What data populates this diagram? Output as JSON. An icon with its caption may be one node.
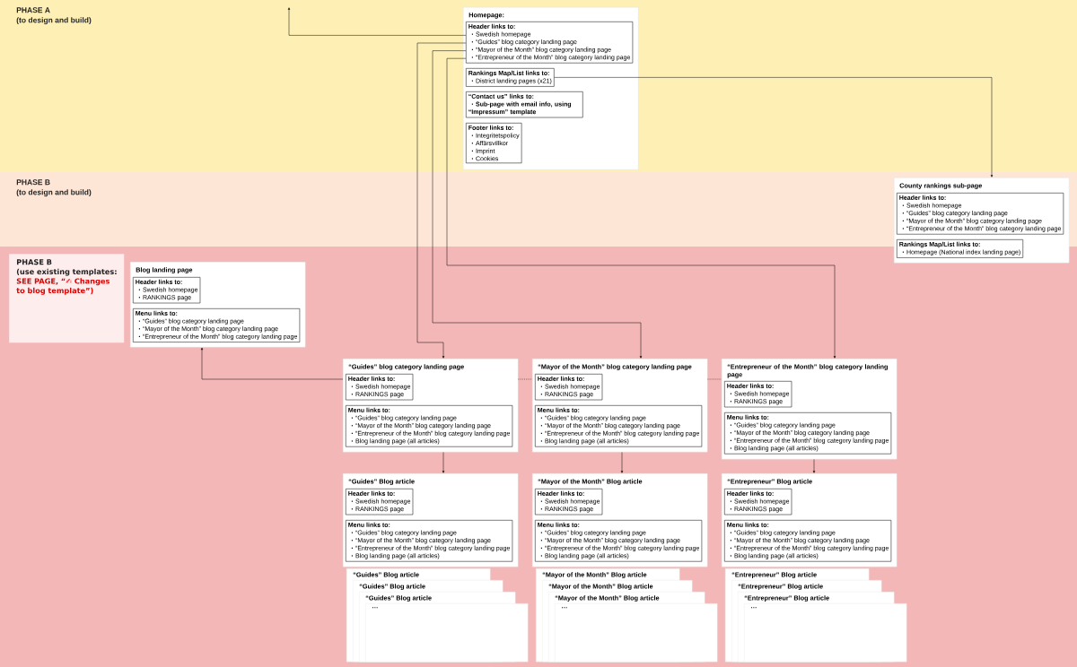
{
  "diagram": {
    "nodes": [
      {
        "text": [
          "PHASE B",
          "(use existing templates:",
          "SEE PAGE, “✍ Changes to blog template”)"
        ]
      },
      {
        "text": [
          "Homepage:"
        ]
      },
      {
        "text": [
          "Header links to:",
          "Swedish homepage",
          "“Guides” blog category landing page",
          "“Mayor of the Month” blog category landing page",
          "“Entrepreneur of the Month” blog category landing page"
        ],
        "in": 1
      },
      {
        "text": [
          "Rankings Map/List links to:",
          "District landing pages (x21)"
        ],
        "in": 1
      },
      {
        "text": [
          "“Contact us” links to:",
          "Sub-page with email info, using “Impressum” template"
        ],
        "in": 1
      },
      {
        "text": [
          "Footer links to:",
          "Integritetspolicy",
          "Affärsvillkor",
          "Imprint",
          "Cookies"
        ],
        "in": 1
      },
      {
        "text": [
          "County rankings sub-page"
        ]
      },
      {
        "text": [
          "Header links to:",
          "Swedish homepage",
          "“Guides” blog category landing page",
          "“Mayor of the Month” blog category landing page",
          "“Entrepreneur of the Month” blog category landing page"
        ],
        "in": 6
      },
      {
        "text": [
          "Rankings Map/List links to:",
          "Homepage (National index landing page)"
        ],
        "in": 6
      },
      {
        "text": [
          "Blog landing page"
        ]
      },
      {
        "text": [
          "Header links to:",
          "Swedish homepage",
          "RANKINGS page"
        ],
        "in": 9
      },
      {
        "text": [
          "Menu links to:",
          "“Guides” blog category landing page",
          "“Mayor of the Month” blog category landing page",
          "“Entrepreneur of the Month” blog category landing page"
        ],
        "in": 9
      },
      {
        "text": [
          "“Guides” blog category landing page"
        ]
      },
      {
        "text": [
          "Header links to:",
          "Swedish homepage",
          "RANKINGS page"
        ],
        "in": 12
      },
      {
        "text": [
          "Menu links to:",
          "“Guides” blog category landing page",
          "“Mayor of the Month” blog category landing page",
          "“Entrepreneur of the Month” blog category landing page",
          "Blog landing page (all articles)"
        ],
        "in": 12
      },
      {
        "text": [
          "“Mayor of the Month” blog category landing page"
        ]
      },
      {
        "text": [
          "Header links to:",
          "Swedish homepage",
          "RANKINGS page"
        ],
        "in": 15
      },
      {
        "text": [
          "Menu links to:",
          "“Guides” blog category landing page",
          "“Mayor of the Month” blog category landing page",
          "“Entrepreneur of the Month” blog category landing page",
          "Blog landing page (all articles)"
        ],
        "in": 15
      },
      {
        "text": [
          "“Entrepreneur of the Month” blog category landing page"
        ]
      },
      {
        "text": [
          "Header links to:",
          "Swedish homepage",
          "RANKINGS page"
        ],
        "in": 18
      },
      {
        "text": [
          "Menu links to:",
          "“Guides” blog category landing page",
          "“Mayor of the Month” blog category landing page",
          "“Entrepreneur of the Month” blog category landing page",
          "Blog landing page (all articles)"
        ],
        "in": 18
      },
      {
        "text": [
          "“Guides” Blog article"
        ]
      },
      {
        "text": [
          "Header links to:",
          "Swedish homepage",
          "RANKINGS page"
        ],
        "in": 21
      },
      {
        "text": [
          "Menu links to:",
          "“Guides” blog category landing page",
          "“Mayor of the Month” blog category landing page",
          "“Entrepreneur of the Month” blog category landing page",
          "Blog landing page (all articles)"
        ],
        "in": 21
      },
      {
        "text": [
          "“Mayor of the Month” Blog article"
        ]
      },
      {
        "text": [
          "Header links to:",
          "Swedish homepage",
          "RANKINGS page"
        ],
        "in": 24
      },
      {
        "text": [
          "Menu links to:",
          "“Guides” blog category landing page",
          "“Mayor of the Month” blog category landing page",
          "“Entrepreneur of the Month” blog category landing page",
          "Blog landing page (all articles)"
        ],
        "in": 24
      },
      {
        "text": [
          "“Entrepreneur” Blog article"
        ]
      },
      {
        "text": [
          "Header links to:",
          "Swedish homepage",
          "RANKINGS page"
        ],
        "in": 27
      },
      {
        "text": [
          "Menu links to:",
          "“Guides” blog category landing page",
          "“Mayor of the Month” blog category landing page",
          "“Entrepreneur of the Month” blog category landing page",
          "Blog landing page (all articles)"
        ],
        "in": 27
      },
      {
        "text": [
          "“Guides” Blog article"
        ]
      },
      {
        "text": [
          "“Guides” Blog article"
        ]
      },
      {
        "text": [
          "“Guides” Blog article"
        ]
      },
      {
        "text": [
          "…"
        ]
      },
      {
        "text": [
          "“Mayor of the Month” Blog article"
        ]
      },
      {
        "text": [
          "“Mayor of the Month” Blog article"
        ]
      },
      {
        "text": [
          "“Mayor of the Month” Blog article"
        ]
      },
      {
        "text": [
          "…"
        ]
      },
      {
        "text": [
          "“Entrepreneur” Blog article"
        ]
      },
      {
        "text": [
          "“Entrepreneur” Blog article"
        ]
      },
      {
        "text": [
          "“Entrepreneur” Blog article"
        ]
      },
      {
        "text": [
          "…"
        ]
      }
    ],
    "edges": [
      {
        "from": 2,
        "to": null,
        "arrow": "to"
      },
      {
        "from": 2,
        "to": 12,
        "arrow": "to"
      },
      {
        "from": 2,
        "to": 15,
        "arrow": "to"
      },
      {
        "from": 2,
        "to": 18,
        "arrow": "to"
      },
      {
        "from": 3,
        "to": 6,
        "arrow": "to"
      },
      {
        "from": 12,
        "to": 9,
        "arrow": "to"
      },
      {
        "from": 12,
        "to": 15,
        "arrow": "none",
        "style": "dashed"
      },
      {
        "from": 15,
        "to": 18,
        "arrow": "none",
        "style": "dashed"
      },
      {
        "from": 12,
        "to": 21,
        "arrow": "to"
      },
      {
        "from": 15,
        "to": 24,
        "arrow": "to"
      },
      {
        "from": 18,
        "to": 27,
        "arrow": "to"
      }
    ],
    "labels": [
      "PHASE A",
      "(to design and build)",
      "PHASE B",
      "(to design and build)"
    ]
  }
}
